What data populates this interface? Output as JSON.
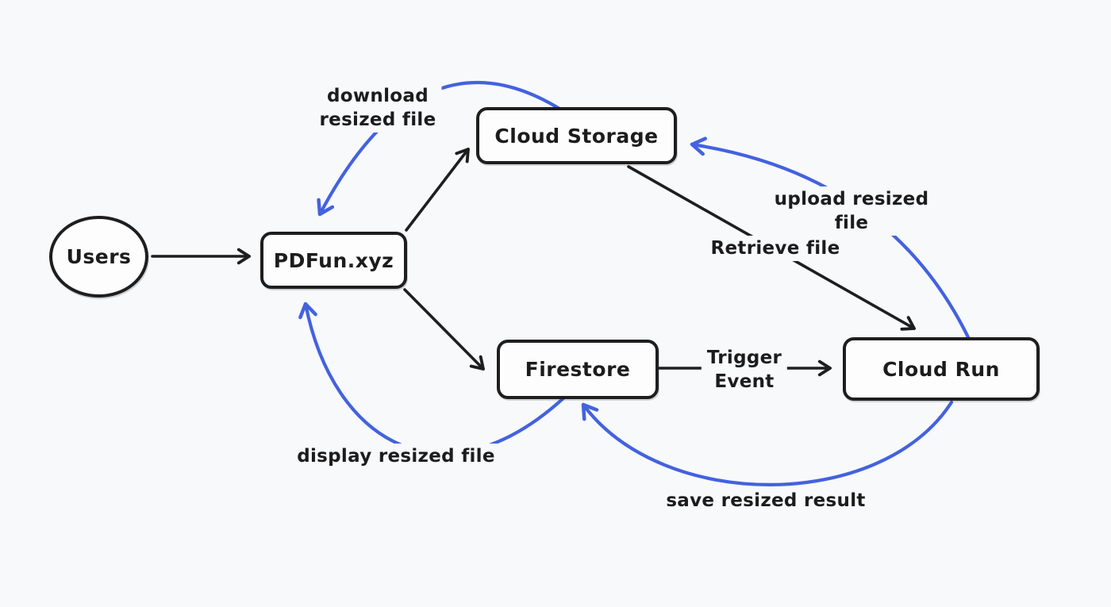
{
  "diagram": {
    "background_color": "#f8f9fb",
    "node_fill_color": "#fdfdfe",
    "stroke_color": "#1e1e1e",
    "highlight_arrow_color": "#4362df",
    "nodes": {
      "users": {
        "label": "Users",
        "shape": "ellipse"
      },
      "pdfun": {
        "label": "PDFun.xyz",
        "shape": "rectangle"
      },
      "cloud_storage": {
        "label": "Cloud Storage",
        "shape": "rectangle"
      },
      "firestore": {
        "label": "Firestore",
        "shape": "rectangle"
      },
      "cloud_run": {
        "label": "Cloud Run",
        "shape": "rectangle"
      }
    },
    "edges": {
      "users_to_pdfun": {
        "from": "Users",
        "to": "PDFun.xyz",
        "color": "black"
      },
      "pdfun_to_cloud_storage": {
        "from": "PDFun.xyz",
        "to": "Cloud Storage",
        "color": "black"
      },
      "pdfun_to_firestore": {
        "from": "PDFun.xyz",
        "to": "Firestore",
        "color": "black"
      },
      "cloud_storage_to_cloud_run": {
        "from": "Cloud Storage",
        "to": "Cloud Run",
        "color": "black",
        "label_line1": "Retrieve file"
      },
      "firestore_to_cloud_run": {
        "from": "Firestore",
        "to": "Cloud Run",
        "color": "black",
        "label_line1": "Trigger",
        "label_line2": "Event"
      },
      "cloud_storage_to_pdfun": {
        "from": "Cloud Storage",
        "to": "PDFun.xyz",
        "color": "blue",
        "label_line1": "download",
        "label_line2": "resized file"
      },
      "cloud_run_to_cloud_storage": {
        "from": "Cloud Run",
        "to": "Cloud Storage",
        "color": "blue",
        "label_line1": "upload resized",
        "label_line2": "file"
      },
      "firestore_to_pdfun": {
        "from": "Firestore",
        "to": "PDFun.xyz",
        "color": "blue",
        "label_line1": "display resized file"
      },
      "cloud_run_to_firestore": {
        "from": "Cloud Run",
        "to": "Firestore",
        "color": "blue",
        "label_line1": "save resized result"
      }
    }
  }
}
